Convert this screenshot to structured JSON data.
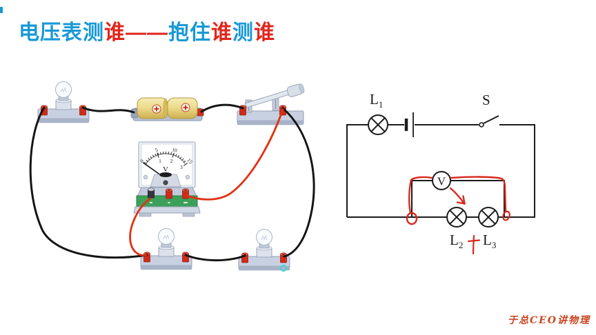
{
  "title": {
    "segments": [
      {
        "text": "电压表测",
        "color": "#1899d6"
      },
      {
        "text": "谁",
        "color": "#e1251b"
      },
      {
        "text": "——",
        "color": "#e1251b"
      },
      {
        "text": "抱住",
        "color": "#1899d6"
      },
      {
        "text": "谁",
        "color": "#e1251b"
      },
      {
        "text": "测",
        "color": "#1899d6"
      },
      {
        "text": "谁",
        "color": "#e1251b"
      }
    ]
  },
  "schematic": {
    "labels": {
      "lamp1": {
        "base": "L",
        "sub": "1"
      },
      "switch": "S",
      "voltmeter": "V",
      "lamp2": {
        "base": "L",
        "sub": "2"
      },
      "lamp3": {
        "base": "L",
        "sub": "3"
      }
    }
  },
  "meter": {
    "scale_outer": [
      "0",
      "5",
      "10",
      "15"
    ],
    "scale_inner": [
      "1",
      "2",
      "3"
    ],
    "unit": "V"
  },
  "watermark": {
    "text": "于总CEO讲物理",
    "color": "#c8431f"
  },
  "colors": {
    "annotation_red": "#d8281e",
    "wire_black": "#151515",
    "wire_red": "#e23111",
    "highlight_cyan": "#45d5cf",
    "corner_blue": "#1899d6"
  }
}
